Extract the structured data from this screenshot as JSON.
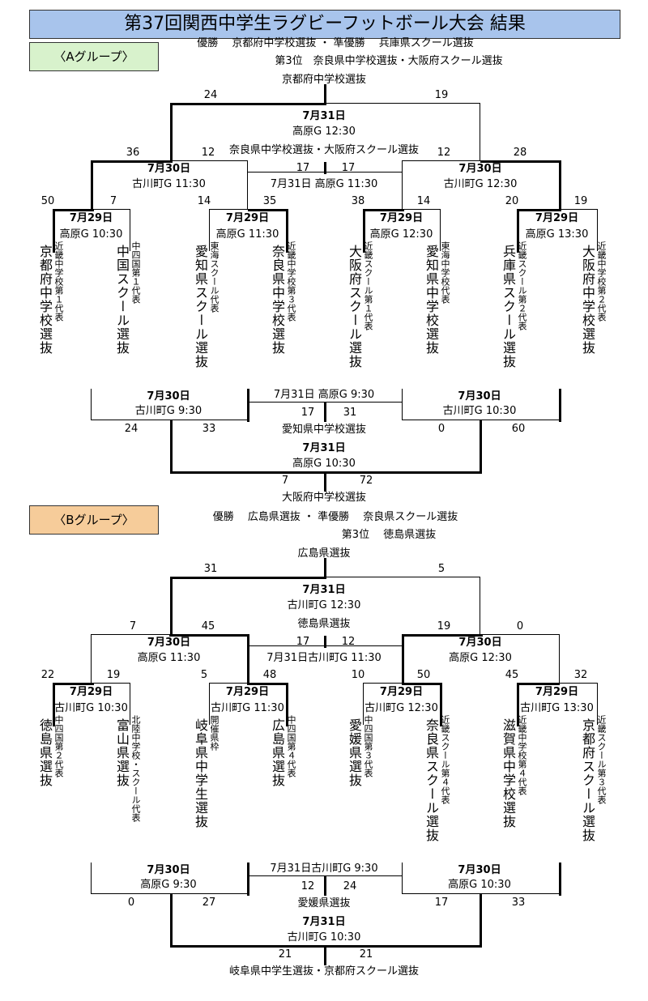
{
  "title": "第37回関西中学生ラグビーフットボール大会 結果",
  "groups": [
    {
      "label": "〈Aグループ〉",
      "summary_line1": "優勝　 京都府中学校選抜 ・ 準優勝　 兵庫県スクール選抜",
      "summary_line2": "第3位　奈良県中学校選抜・大阪府スクール選抜",
      "top_bracket": {
        "champion": "京都府中学校選抜",
        "final": {
          "date": "7月31日",
          "venue": "高原G 12:30",
          "left_score": "24",
          "right_score": "19"
        },
        "semi_left": {
          "date": "7月30日",
          "venue": "古川町G 11:30",
          "left_score": "36",
          "right_score": "12"
        },
        "semi_right": {
          "date": "7月30日",
          "venue": "古川町G 12:30",
          "left_score": "12",
          "right_score": "28"
        },
        "third_place": {
          "winner": "奈良県中学校選抜・大阪府スクール選抜",
          "date_venue": "7月31日 高原G 11:30",
          "left_score": "17",
          "right_score": "17"
        },
        "quarterfinals": [
          {
            "date": "7月29日",
            "venue": "高原G 10:30",
            "left_score": "50",
            "right_score": "7"
          },
          {
            "date": "7月29日",
            "venue": "高原G 11:30",
            "left_score": "14",
            "right_score": "35"
          },
          {
            "date": "7月29日",
            "venue": "高原G 12:30",
            "left_score": "38",
            "right_score": "14"
          },
          {
            "date": "7月29日",
            "venue": "高原G 13:30",
            "left_score": "20",
            "right_score": "19"
          }
        ],
        "teams": [
          {
            "name": "京都府中学校選抜",
            "note": "近畿中学校第１代表"
          },
          {
            "name": "中国スクール選抜",
            "note": "中四国第１代表"
          },
          {
            "name": "愛知県スクール選抜",
            "note": "東海スクール代表"
          },
          {
            "name": "奈良県中学校選抜",
            "note": "近畿中学校第３代表"
          },
          {
            "name": "大阪府スクール選抜",
            "note": "近畿スクール第１代表"
          },
          {
            "name": "愛知県中学校選抜",
            "note": "東海中学校代表"
          },
          {
            "name": "兵庫県スクール選抜",
            "note": "近畿スクール第２代表"
          },
          {
            "name": "大阪府中学校選抜",
            "note": "近畿中学校第２代表"
          }
        ]
      },
      "lower_bracket": {
        "left": {
          "date": "7月30日",
          "venue": "古川町G 9:30",
          "left_score": "24",
          "right_score": "33"
        },
        "right": {
          "date": "7月30日",
          "venue": "古川町G 10:30",
          "left_score": "0",
          "right_score": "60"
        },
        "mid": {
          "date_venue": "7月31日 高原G 9:30",
          "left_score": "17",
          "right_score": "31",
          "winner": "愛知県中学校選抜"
        },
        "final": {
          "date": "7月31日",
          "venue": "高原G 10:30",
          "left_score": "7",
          "right_score": "72"
        },
        "champion": "大阪府中学校選抜"
      }
    },
    {
      "label": "〈Bグループ〉",
      "summary_line1": "優勝　 広島県選抜 ・ 準優勝　 奈良県スクール選抜",
      "summary_line2": "第3位　 徳島県選抜",
      "top_bracket": {
        "champion": "広島県選抜",
        "final": {
          "date": "7月31日",
          "venue": "古川町G 12:30",
          "left_score": "31",
          "right_score": "5"
        },
        "semi_left": {
          "date": "7月30日",
          "venue": "高原G 11:30",
          "left_score": "7",
          "right_score": "45"
        },
        "semi_right": {
          "date": "7月30日",
          "venue": "高原G 12:30",
          "left_score": "19",
          "right_score": "0"
        },
        "third_place": {
          "winner": "徳島県選抜",
          "date_venue": "7月31日古川町G 11:30",
          "left_score": "17",
          "right_score": "12"
        },
        "quarterfinals": [
          {
            "date": "7月29日",
            "venue": "古川町G 10:30",
            "left_score": "22",
            "right_score": "19"
          },
          {
            "date": "7月29日",
            "venue": "古川町G 11:30",
            "left_score": "5",
            "right_score": "48"
          },
          {
            "date": "7月29日",
            "venue": "古川町G 12:30",
            "left_score": "10",
            "right_score": "50"
          },
          {
            "date": "7月29日",
            "venue": "古川町G 13:30",
            "left_score": "45",
            "right_score": "32"
          }
        ],
        "teams": [
          {
            "name": "徳島県選抜",
            "note": "中四国第２代表"
          },
          {
            "name": "富山県選抜",
            "note": "北陸中学校・スクール代表"
          },
          {
            "name": "岐阜県中学生選抜",
            "note": "開催県枠"
          },
          {
            "name": "広島県選抜",
            "note": "中四国第４代表"
          },
          {
            "name": "愛媛県選抜",
            "note": "中四国第３代表"
          },
          {
            "name": "奈良県スクール選抜",
            "note": "近畿スクール第４代表"
          },
          {
            "name": "滋賀県中学校選抜",
            "note": "近畿中学校第４代表"
          },
          {
            "name": "京都府スクール選抜",
            "note": "近畿スクール第３代表"
          }
        ]
      },
      "lower_bracket": {
        "left": {
          "date": "7月30日",
          "venue": "高原G 9:30",
          "left_score": "0",
          "right_score": "27"
        },
        "right": {
          "date": "7月30日",
          "venue": "高原G 10:30",
          "left_score": "17",
          "right_score": "33"
        },
        "mid": {
          "date_venue": "7月31日古川町G 9:30",
          "left_score": "12",
          "right_score": "24",
          "winner": "愛媛県選抜"
        },
        "final": {
          "date": "7月31日",
          "venue": "古川町G 10:30",
          "left_score": "21",
          "right_score": "21"
        },
        "champion": "岐阜県中学生選抜・京都府スクール選抜"
      }
    }
  ]
}
